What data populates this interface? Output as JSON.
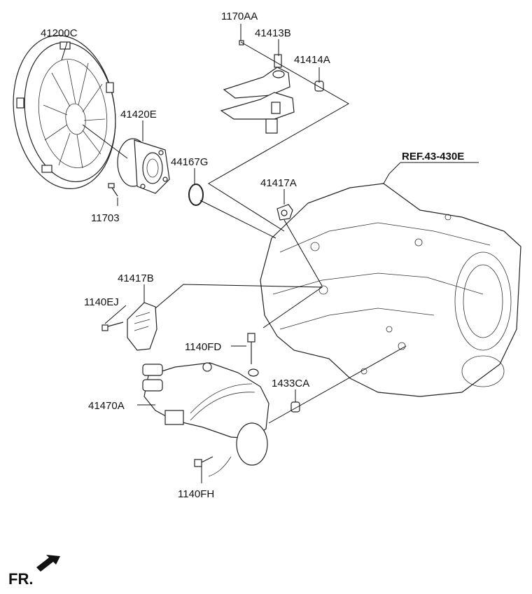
{
  "labels": {
    "clutch_cover": "41200C",
    "bolt_top": "1170AA",
    "fork_shaft": "41413B",
    "bushing": "41414A",
    "release_bearing": "41420E",
    "snap_ring": "44167G",
    "boot": "41417A",
    "bolt_11703": "11703",
    "reference": "REF.43-430E",
    "bracket": "41417B",
    "bolt_1140ej": "1140EJ",
    "bolt_1140fd": "1140FD",
    "actuator": "41470A",
    "dowel": "1433CA",
    "bolt_1140fh": "1140FH",
    "front_marker": "FR."
  },
  "colors": {
    "line": "#111111",
    "background": "#ffffff"
  }
}
